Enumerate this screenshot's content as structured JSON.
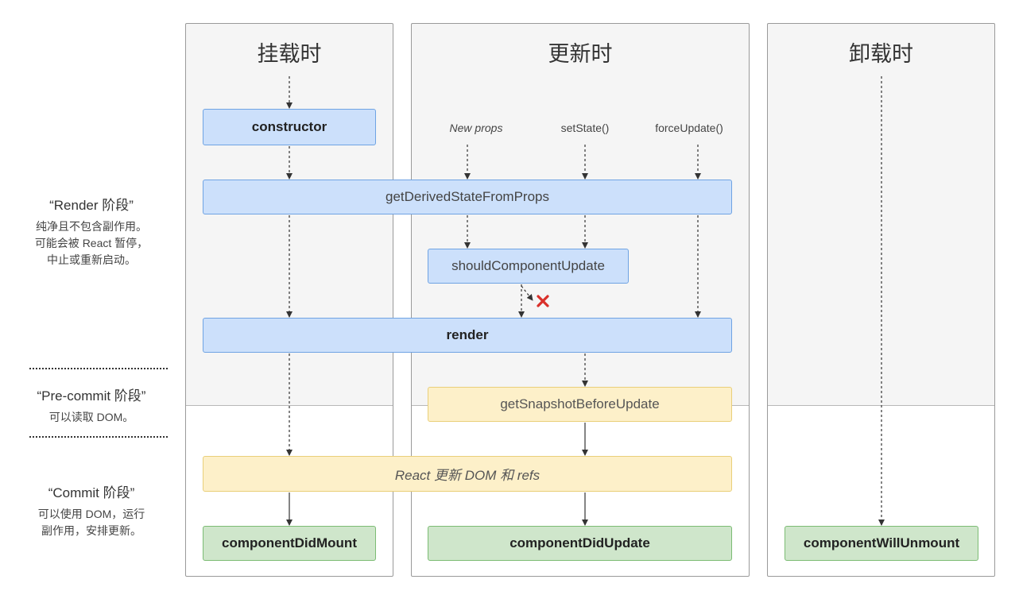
{
  "columns": {
    "mounting": {
      "title": "挂载时"
    },
    "updating": {
      "title": "更新时"
    },
    "unmounting": {
      "title": "卸载时"
    }
  },
  "triggers": {
    "new_props": "New props",
    "set_state": "setState()",
    "force_update": "forceUpdate()"
  },
  "boxes": {
    "constructor": "constructor",
    "get_derived_state": "getDerivedStateFromProps",
    "should_update": "shouldComponentUpdate",
    "render": "render",
    "get_snapshot": "getSnapshotBeforeUpdate",
    "react_update_dom": "React 更新 DOM 和 refs",
    "did_mount": "componentDidMount",
    "did_update": "componentDidUpdate",
    "will_unmount": "componentWillUnmount"
  },
  "phases": {
    "render": {
      "title": "“Render 阶段”",
      "desc_lines": [
        "纯净且不包含副作用。",
        "可能会被 React 暂停，",
        "中止或重新启动。"
      ]
    },
    "precommit": {
      "title": "“Pre-commit 阶段”",
      "desc_lines": [
        "可以读取 DOM。"
      ]
    },
    "commit": {
      "title": "“Commit 阶段”",
      "desc_lines": [
        "可以使用 DOM，运行",
        "副作用，安排更新。"
      ]
    }
  },
  "colors": {
    "blue_fill": "#cce0fb",
    "yellow_fill": "#fdf0c9",
    "green_fill": "#cfe6cb",
    "cancel_mark": "#d9302a"
  },
  "icons": {
    "cancel": "x-mark-icon"
  }
}
